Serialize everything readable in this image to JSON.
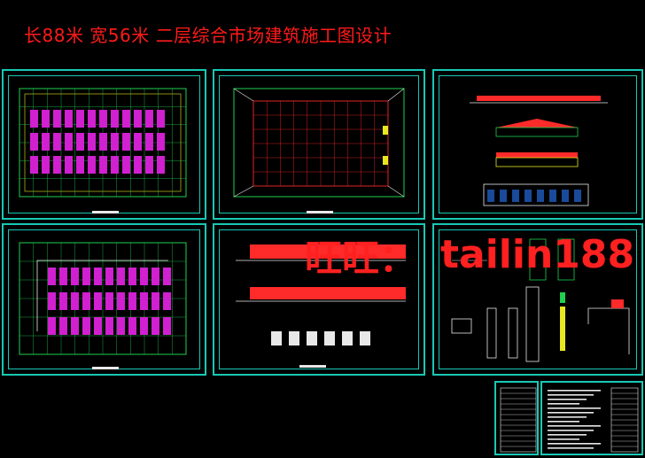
{
  "title": "长88米 宽56米 二层综合市场建筑施工图设计",
  "watermark": {
    "left": "旺旺：",
    "right": "tailin188"
  },
  "colors": {
    "frame": "#18c8b4",
    "grid": "#20d050",
    "stalls": "#d020d0",
    "accent_red": "#ff1a1a",
    "yellow": "#e8e820"
  }
}
